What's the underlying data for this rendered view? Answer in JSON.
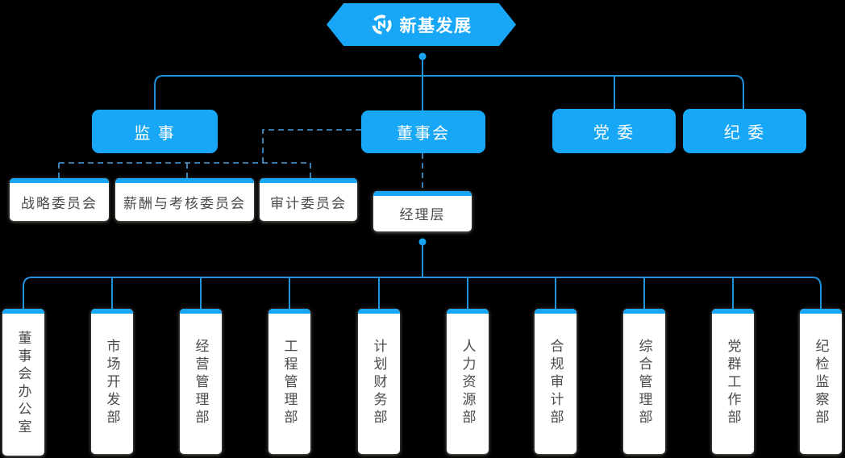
{
  "colors": {
    "primary_blue": "#18a7f7",
    "connector_solid": "#2093dc",
    "connector_dashed": "#4aa0e0",
    "node_text_dark": "#4a4a4a",
    "node_text_light": "#ffffff",
    "background": "#000000"
  },
  "root": {
    "title": "新基发展",
    "logo": "n-ring-logo-icon"
  },
  "level2_nodes": [
    {
      "id": "supervisors",
      "label": "监 事"
    },
    {
      "id": "board-of-directors",
      "label": "董事会"
    },
    {
      "id": "party-committee",
      "label": "党 委"
    },
    {
      "id": "discipline-committee",
      "label": "纪 委"
    }
  ],
  "committees": [
    {
      "id": "strategy-committee",
      "label": "战略委员会"
    },
    {
      "id": "compensation-assessment-committee",
      "label": "薪酬与考核委员会"
    },
    {
      "id": "audit-committee",
      "label": "审计委员会"
    }
  ],
  "management": {
    "id": "management-layer",
    "label": "经理层"
  },
  "departments": [
    {
      "id": "board-office",
      "label": "董事会办公室"
    },
    {
      "id": "market-development",
      "label": "市场开发部"
    },
    {
      "id": "operations-management",
      "label": "经营管理部"
    },
    {
      "id": "engineering-management",
      "label": "工程管理部"
    },
    {
      "id": "planning-finance",
      "label": "计划财务部"
    },
    {
      "id": "human-resources",
      "label": "人力资源部"
    },
    {
      "id": "compliance-audit",
      "label": "合规审计部"
    },
    {
      "id": "general-management",
      "label": "综合管理部"
    },
    {
      "id": "party-mass-work",
      "label": "党群工作部"
    },
    {
      "id": "discipline-inspection",
      "label": "纪检监察部"
    }
  ]
}
